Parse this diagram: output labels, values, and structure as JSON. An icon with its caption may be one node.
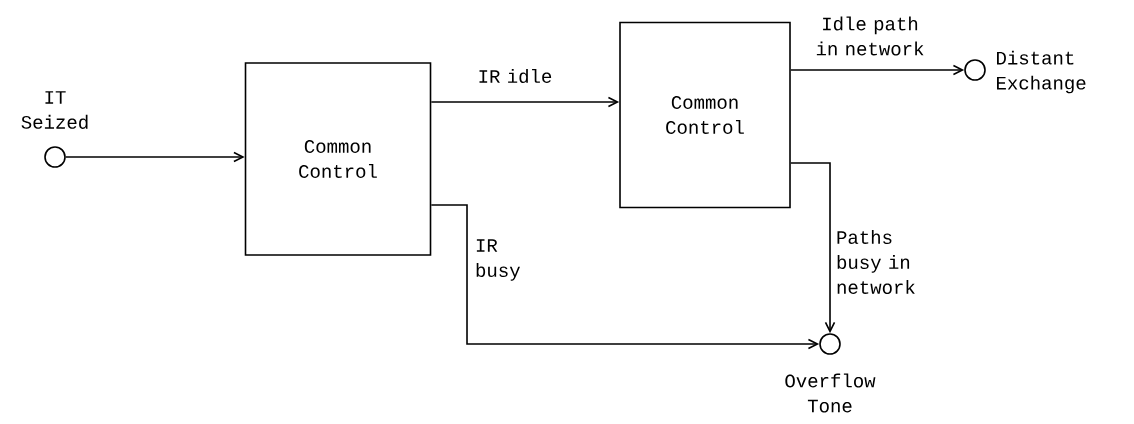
{
  "diagram": {
    "nodes": [
      {
        "text": [],
        "shape": "circle",
        "beside": [
          "IT Seized"
        ]
      },
      {
        "text": [
          "Common Control"
        ]
      },
      {
        "text": [
          "Common Control"
        ]
      },
      {
        "text": [],
        "shape": "circle",
        "beside": [
          "Distant Exchange"
        ]
      },
      {
        "text": [],
        "shape": "circle",
        "beside": [
          "Overflow Tone"
        ]
      }
    ],
    "edges": [
      {
        "from": 0,
        "to": 1,
        "arrow": "to"
      },
      {
        "from": 1,
        "to": 2,
        "arrow": "to",
        "label": "IR idle"
      },
      {
        "from": 2,
        "to": 3,
        "arrow": "to",
        "label": "Idle path in network"
      },
      {
        "from": 1,
        "to": 4,
        "arrow": "to",
        "label": "IR busy"
      },
      {
        "from": 2,
        "to": 4,
        "arrow": "to",
        "label": "Paths busy in network"
      }
    ]
  }
}
